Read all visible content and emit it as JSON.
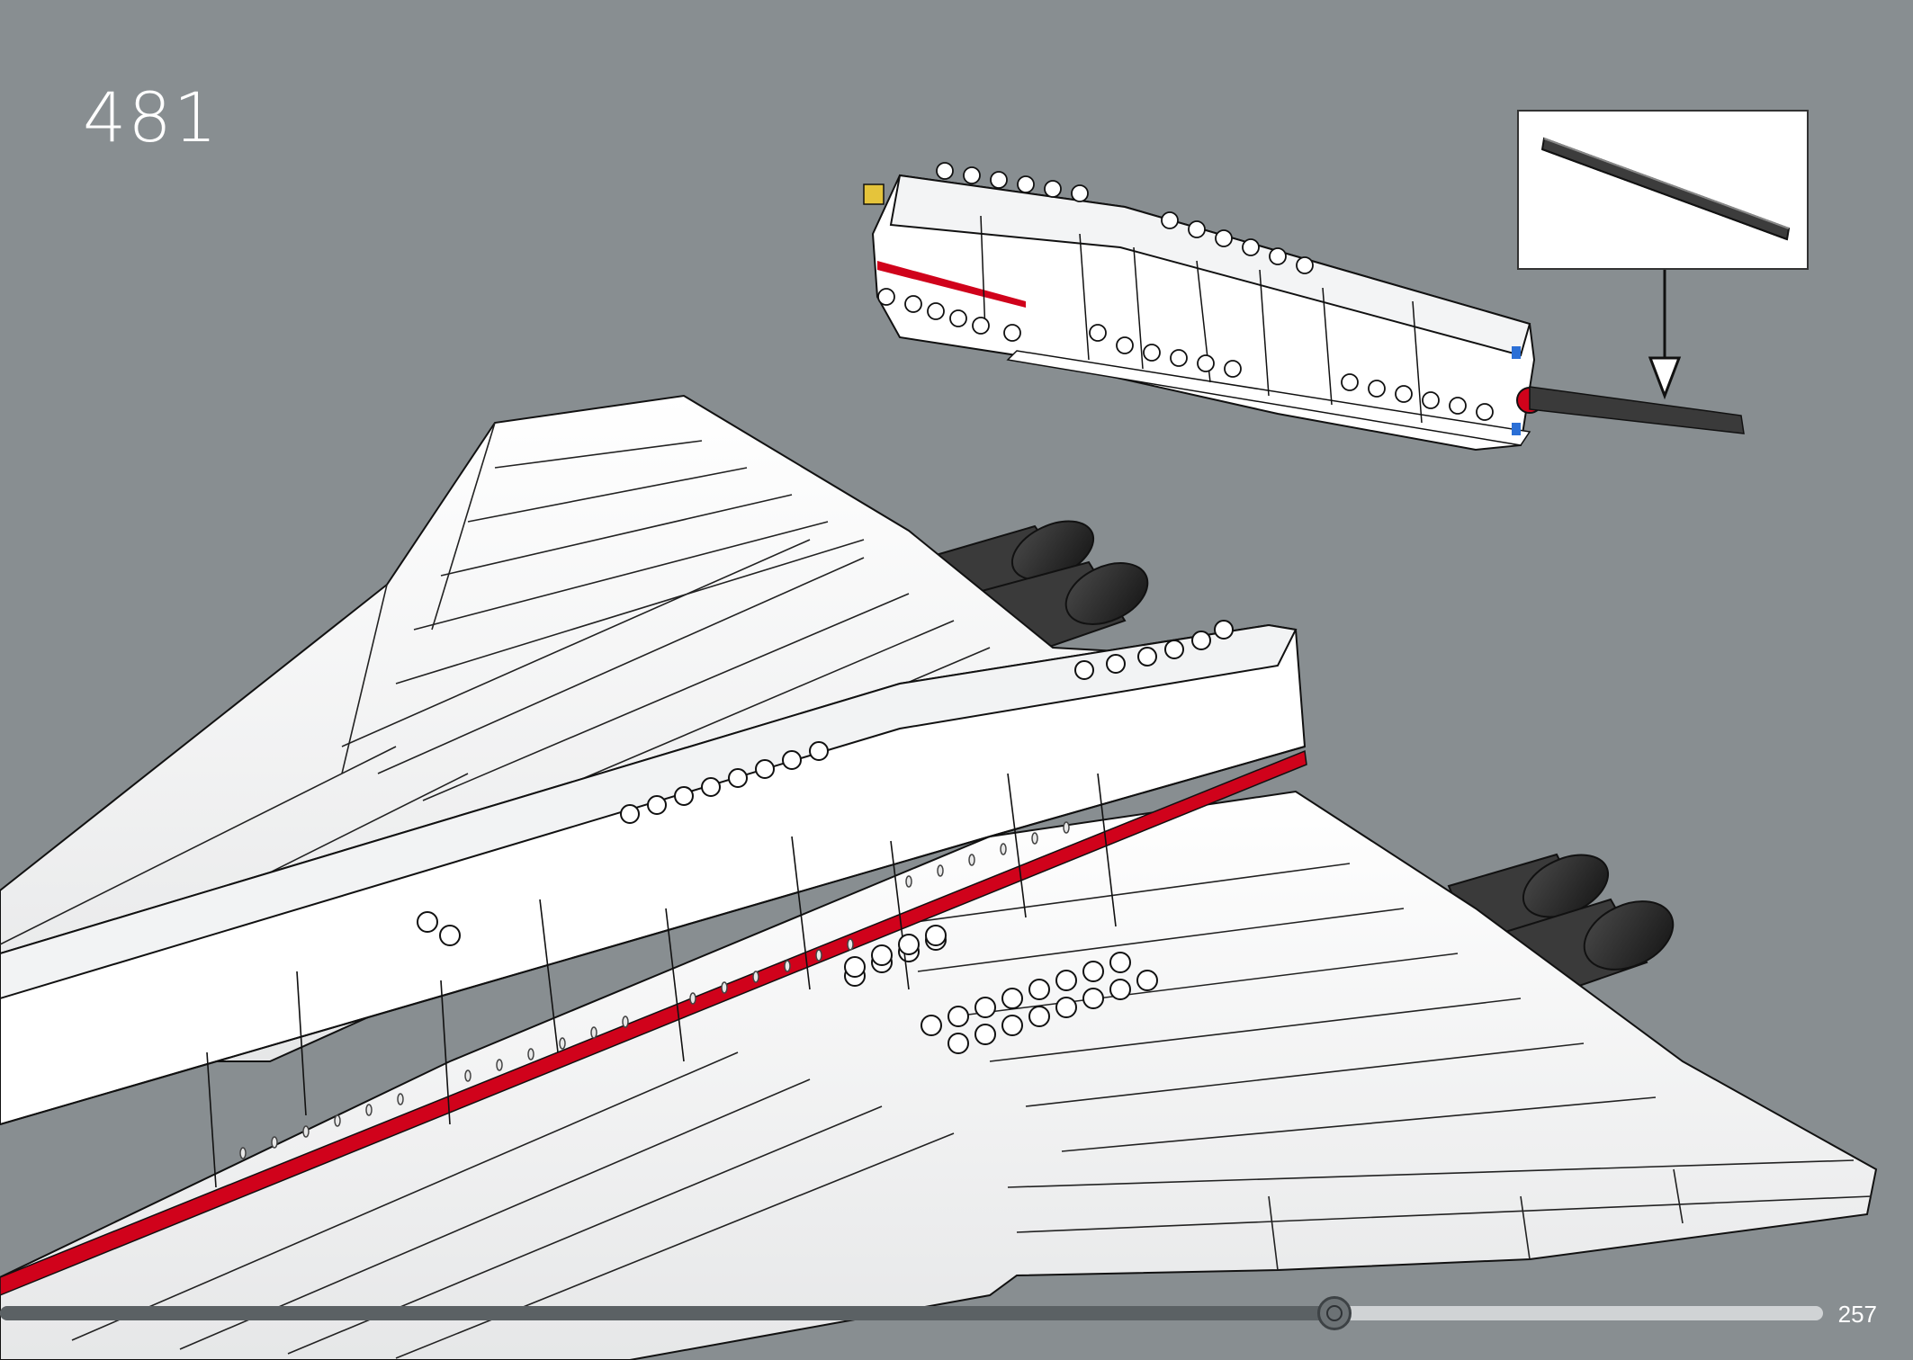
{
  "step": {
    "number": "481"
  },
  "page": {
    "number": "257"
  },
  "navigation": {
    "progress_fraction": 0.732
  },
  "colors": {
    "background": "#888e91",
    "model_white": "#ffffff",
    "stripe_red": "#d0021b",
    "engine_black": "#2b2b2b",
    "accent_blue": "#2b6fd6"
  },
  "callout": {
    "part_icon": "axle-rod-icon",
    "arrow_icon": "down-arrow-icon"
  }
}
